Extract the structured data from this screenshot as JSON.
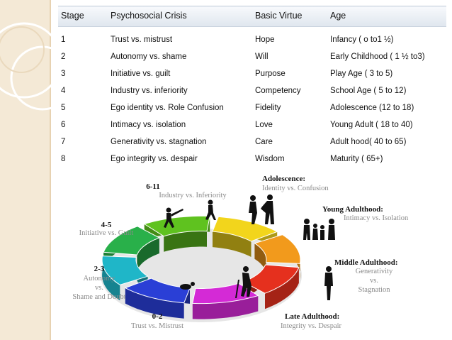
{
  "table": {
    "headers": [
      "Stage",
      "Psychosocial Crisis",
      "Basic Virtue",
      "Age"
    ],
    "rows": [
      [
        "1",
        "Trust vs. mistrust",
        "Hope",
        "Infancy ( o to1 ½)"
      ],
      [
        "2",
        "Autonomy vs. shame",
        "Will",
        "Early Childhood ( 1 ½ to3)"
      ],
      [
        "3",
        "Initiative vs. guilt",
        "Purpose",
        "Play Age ( 3 to 5)"
      ],
      [
        "4",
        "Industry vs. inferiority",
        "Competency",
        "School Age ( 5 to 12)"
      ],
      [
        "5",
        "Ego identity vs. Role Confusion",
        "Fidelity",
        "Adolescence (12 to 18)"
      ],
      [
        "6",
        "Intimacy vs. isolation",
        "Love",
        "Young Adult ( 18 to 40)"
      ],
      [
        "7",
        "Generativity vs. stagnation",
        "Care",
        "Adult hood( 40 to 65)"
      ],
      [
        "8",
        "Ego integrity vs. despair",
        "Wisdom",
        "Maturity ( 65+)"
      ]
    ]
  },
  "wheel": {
    "stage_0_2": {
      "title": "0-2",
      "subtitle": "Trust vs. Mistrust"
    },
    "stage_2_3": {
      "title": "2-3",
      "line1": "Autonomy",
      "line2": "vs.",
      "line3": "Shame and Doubt"
    },
    "stage_4_5": {
      "title": "4-5",
      "subtitle": "Initiative vs. Guilt"
    },
    "stage_6_11": {
      "title": "6-11",
      "subtitle": "Industry vs. Inferiority"
    },
    "adolescence": {
      "title": "Adolescence:",
      "subtitle": "Identity vs. Confusion"
    },
    "young_adulthood": {
      "title": "Young Adulthood:",
      "subtitle": "Intimacy vs. Isolation"
    },
    "middle_adulthood": {
      "title": "Middle Adulthood:",
      "line1": "Generativity",
      "line2": "vs.",
      "line3": "Stagnation"
    },
    "late_adulthood": {
      "title": "Late Adulthood:",
      "subtitle": "Integrity vs. Despair"
    },
    "segment_colors": [
      "#2a3fd6",
      "#1fb6c8",
      "#29b04a",
      "#5fc21f",
      "#f2d51c",
      "#f29a1c",
      "#e5301e",
      "#d42ad6"
    ]
  }
}
